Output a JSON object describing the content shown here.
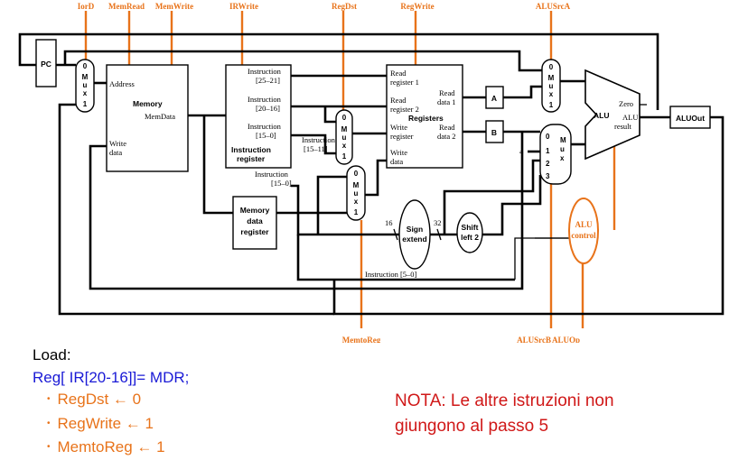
{
  "control_signals": {
    "iord": "IorD",
    "memread": "MemRead",
    "memwrite": "MemWrite",
    "irwrite": "IRWrite",
    "regdst": "RegDst",
    "regwrite": "RegWrite",
    "alusrca": "ALUSrcA",
    "memtoreg": "MemtoReg",
    "alusrcb": "ALUSrcB",
    "aluop": "ALUOp"
  },
  "blocks": {
    "pc": "PC",
    "memory": {
      "title": "Memory",
      "address": "Address",
      "memdata": "MemData",
      "write_data_1": "Write",
      "write_data_2": "data"
    },
    "ir": {
      "instr_25_21_a": "Instruction",
      "instr_25_21_b": "[25–21]",
      "instr_20_16_a": "Instruction",
      "instr_20_16_b": "[20–16]",
      "instr_15_0_a": "Instruction",
      "instr_15_0_b": "[15–0]",
      "title_1": "Instruction",
      "title_2": "register"
    },
    "mdr": {
      "line1": "Memory",
      "line2": "data",
      "line3": "register"
    },
    "regs": {
      "read_reg1_a": "Read",
      "read_reg1_b": "register 1",
      "read_reg2_a": "Read",
      "read_reg2_b": "register 2",
      "title": "Registers",
      "write_reg_a": "Write",
      "write_reg_b": "register",
      "write_data_a": "Write",
      "write_data_b": "data",
      "read_data1_a": "Read",
      "read_data1_b": "data 1",
      "read_data2_a": "Read",
      "read_data2_b": "data 2"
    },
    "reg_a": "A",
    "reg_b": "B",
    "alu": {
      "title": "ALU",
      "zero": "Zero",
      "result_a": "ALU",
      "result_b": "result"
    },
    "aluout": "ALUOut",
    "sign_extend_1": "Sign",
    "sign_extend_2": "extend",
    "shift_left_1": "Shift",
    "shift_left_2": "left 2",
    "alu_control_1": "ALU",
    "alu_control_2": "control"
  },
  "wire_labels": {
    "instr_15_11_a": "Instruction",
    "instr_15_11_b": "[15–11]",
    "instr_15_0_a": "Instruction",
    "instr_15_0_b": "[15–0]",
    "instr_5_0": "Instruction [5–0]",
    "w16": "16",
    "w32": "32",
    "four": "4"
  },
  "muxes": {
    "m": "M",
    "u": "u",
    "x": "x",
    "zero": "0",
    "one": "1",
    "two": "2",
    "three": "3"
  },
  "notes": {
    "title": "Load:",
    "statement": "Reg[ IR[20-16]]= MDR;",
    "bullets": [
      "RegDst ← 0",
      "RegWrite ← 1",
      "MemtoReg ← 1"
    ],
    "nota_line1": "NOTA: Le altre istruzioni non",
    "nota_line2": "giungono al passo 5"
  },
  "colors": {
    "control": "#e8731a",
    "statement": "#1a1ad6",
    "nota": "#d01818"
  }
}
